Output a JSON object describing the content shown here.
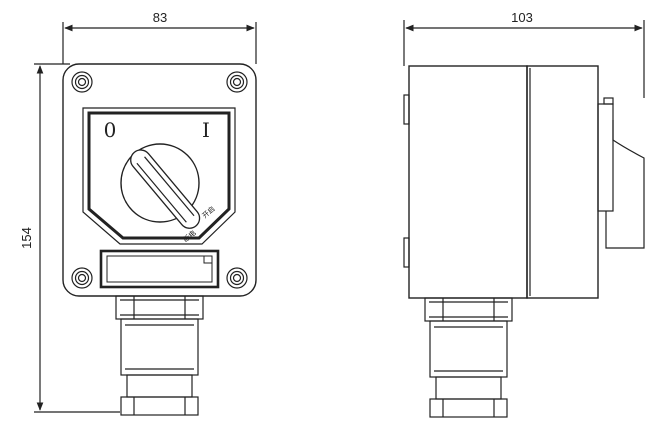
{
  "dimensions": {
    "front_width": "83",
    "side_depth": "103",
    "height": "154"
  },
  "switch_marks": {
    "off": "0",
    "on": "I"
  },
  "knob_labels": {
    "off": "断电",
    "on": "开启"
  }
}
